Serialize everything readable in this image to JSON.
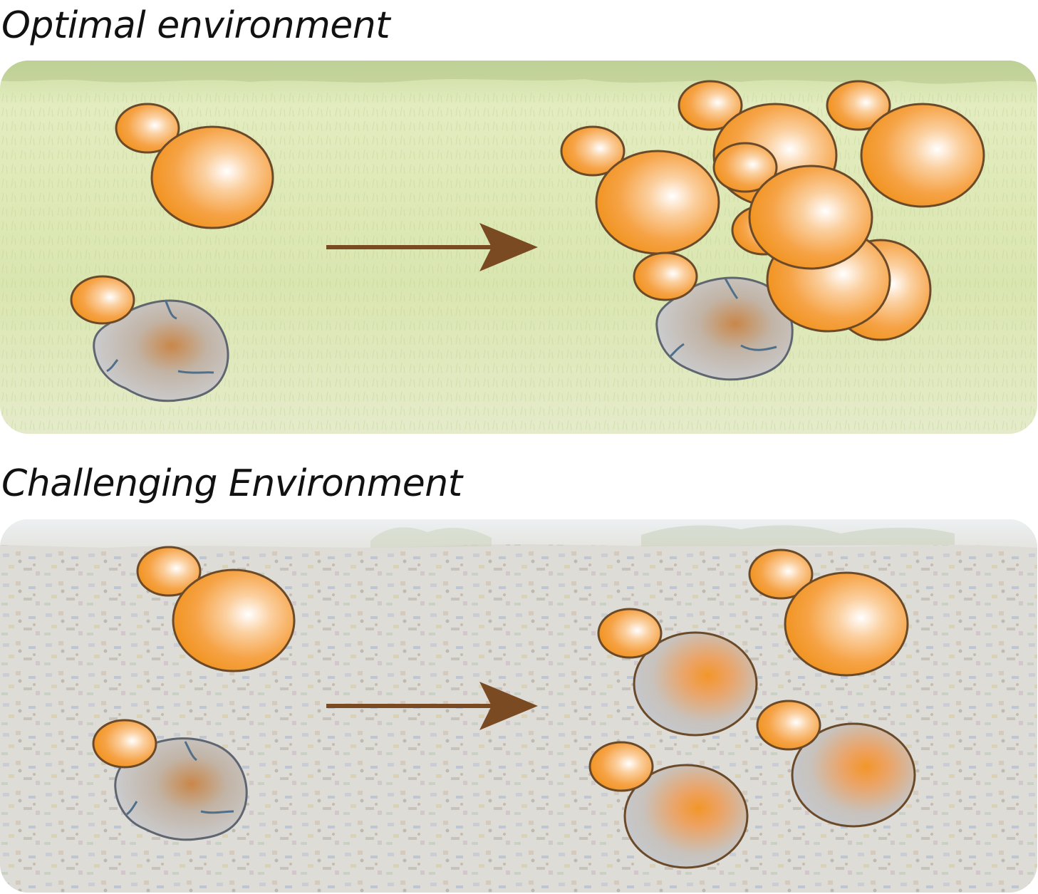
{
  "panels": [
    {
      "title": "Optimal environment",
      "background": "green-grass-field",
      "background_color": "#dde8b8",
      "before": {
        "budding_cells": 1,
        "spores": 1
      },
      "after": {
        "budding_cells": 9,
        "spores": 1
      }
    },
    {
      "title": "Challenging Environment",
      "background": "waste-landfill",
      "background_color": "#cfcdc4",
      "before": {
        "budding_cells": 1,
        "spores": 1
      },
      "after": {
        "budding_cells": 1,
        "sporulating_cells": 3
      }
    }
  ],
  "colors": {
    "cell_orange": "#f3962a",
    "cell_outline": "#6b4a2a",
    "spore_gray": "#c8cacd",
    "spore_outline": "#5f6670",
    "arrow_brown": "#7a4a22"
  },
  "icons": [
    "arrow-right-icon"
  ]
}
